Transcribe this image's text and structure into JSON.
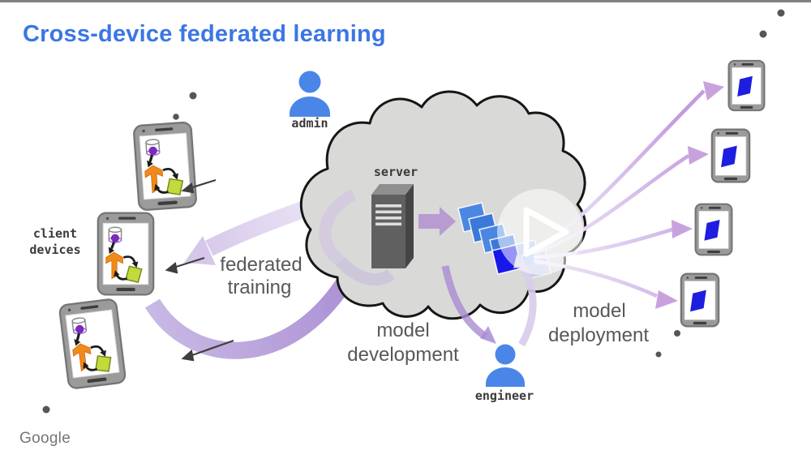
{
  "slide": {
    "title": "Cross-device federated learning",
    "brand": "Google"
  },
  "people": {
    "admin": {
      "label": "admin"
    },
    "engineer": {
      "label": "engineer"
    }
  },
  "cloud": {
    "server_label": "server"
  },
  "clients": {
    "label_lines": [
      "client",
      "devices"
    ],
    "count": 3
  },
  "deploy_devices": {
    "count": 4
  },
  "flows": {
    "federated_training": {
      "lines": [
        "federated",
        "training"
      ],
      "from": "cloud",
      "to": "client devices",
      "bidirectional": true
    },
    "model_development": {
      "lines": [
        "model",
        "development"
      ],
      "from": "engineer",
      "to": "cloud",
      "bidirectional": true
    },
    "model_deployment": {
      "lines": [
        "model",
        "deployment"
      ],
      "from": "cloud model",
      "to": "devices",
      "bidirectional": false
    }
  },
  "icons": [
    "person-icon",
    "server-tower-icon",
    "model-stack-icon",
    "play-icon",
    "client-device-icon",
    "deploy-device-icon",
    "database-icon",
    "tensorflow-icon",
    "model-chip-icon",
    "dot-decoration"
  ],
  "colors": {
    "title_blue": "#3b76e4",
    "person_blue": "#4a86e8",
    "cloud_gray": "#d9d9d7",
    "arrow_purple": "#b29add",
    "arrow_light_purple": "#ded4ef",
    "deploy_arrow_purple": "#c9a2dd",
    "model_bright_blue": "#1717ea",
    "model_mid_blue": "#3c78da",
    "tensorflow_orange": "#f08a1d",
    "chip_green": "#c3d93c",
    "label_gray": "#58585a",
    "mono_label_dark": "#3a3a3a",
    "brand_gray": "#757575"
  }
}
